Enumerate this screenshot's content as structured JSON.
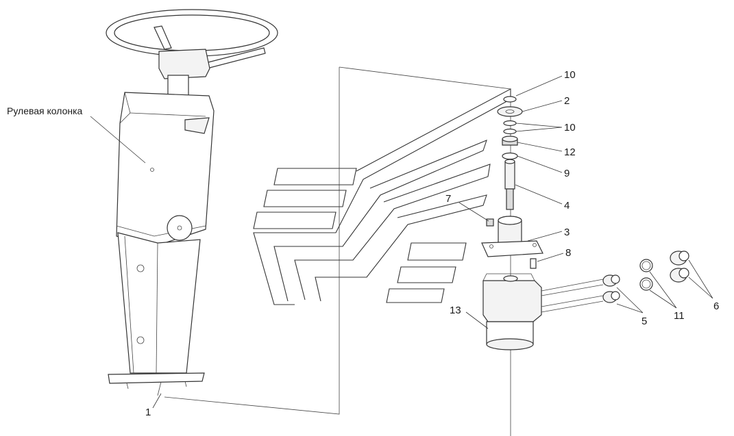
{
  "assembly_label": "Рулевая колонка",
  "callouts": [
    "1",
    "2",
    "3",
    "4",
    "5",
    "6",
    "7",
    "8",
    "9",
    "10",
    "10",
    "11",
    "12",
    "13"
  ]
}
